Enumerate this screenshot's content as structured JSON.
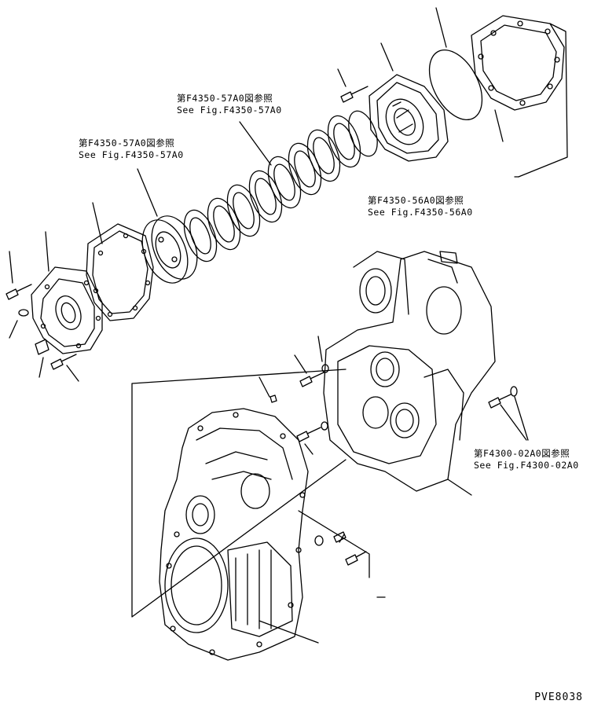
{
  "references": [
    {
      "jp": "第F4350-57A0図参照",
      "en": "See Fig.F4350-57A0"
    },
    {
      "jp": "第F4350-57A0図参照",
      "en": "See Fig.F4350-57A0"
    },
    {
      "jp": "第F4350-56A0図参照",
      "en": "See Fig.F4350-56A0"
    },
    {
      "jp": "第F4300-02A0図参照",
      "en": "See Fig.F4300-02A0"
    }
  ],
  "drawing_code": "PVE8038"
}
